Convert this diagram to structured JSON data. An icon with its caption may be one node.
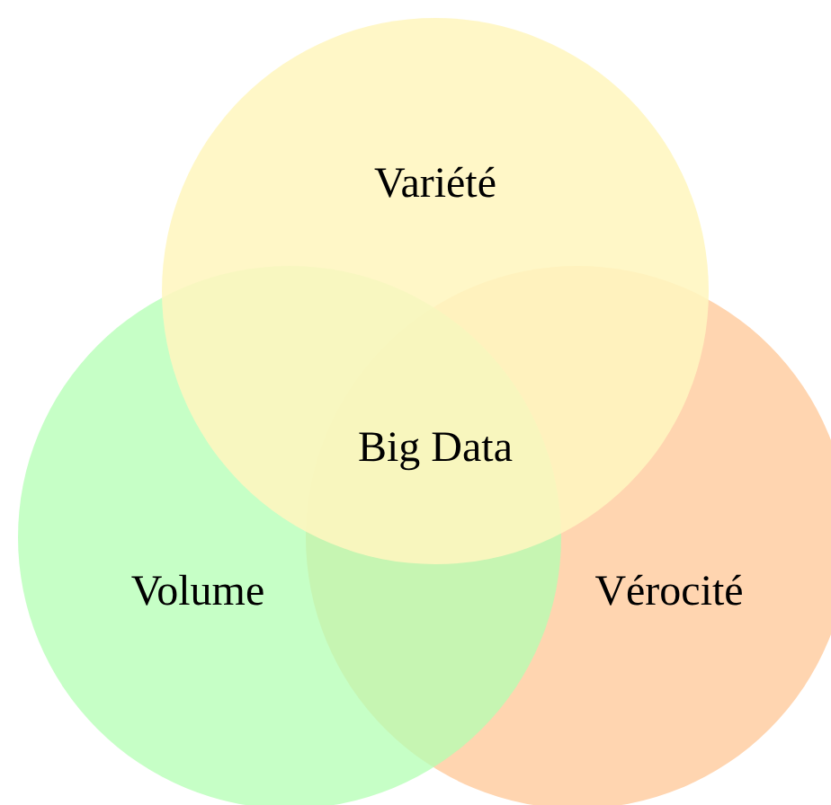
{
  "diagram": {
    "nodes": [
      {
        "text": [
          "Variété"
        ]
      },
      {
        "text": [
          "Volume"
        ]
      },
      {
        "text": [
          "Vérocité"
        ]
      }
    ],
    "labels": [
      "Big Data"
    ]
  }
}
